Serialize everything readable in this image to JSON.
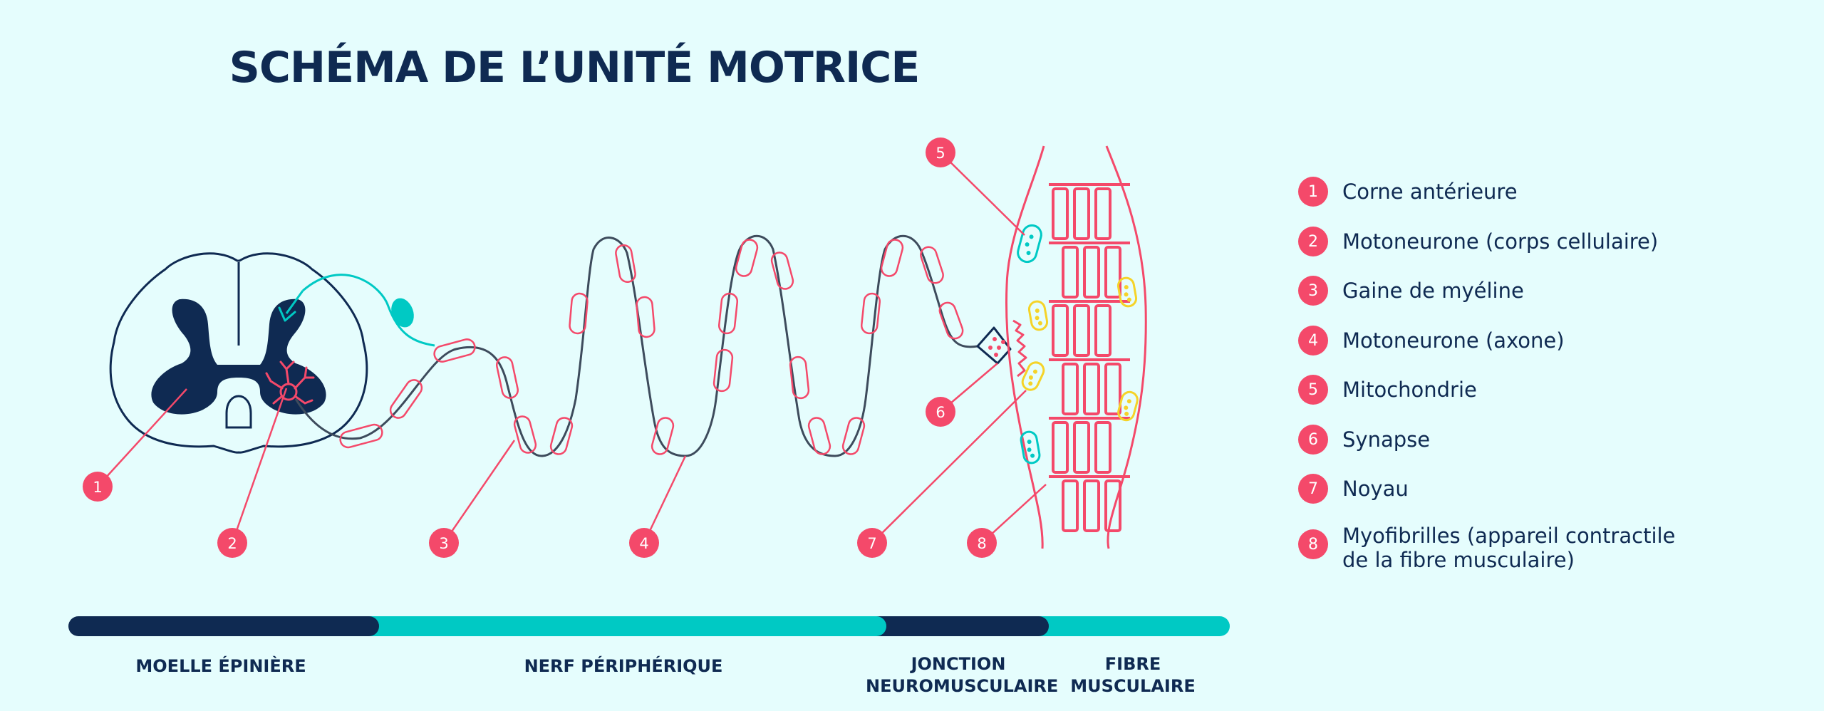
{
  "title": "SCHÉMA DE L’UNITÉ MOTRICE",
  "colors": {
    "background": "#e5fdfd",
    "navy": "#0f2a52",
    "red": "#f4496a",
    "teal": "#00c9c4",
    "yellow": "#f5d328"
  },
  "legend": [
    {
      "num": "1",
      "label": "Corne antérieure"
    },
    {
      "num": "2",
      "label": "Motoneurone (corps cellulaire)"
    },
    {
      "num": "3",
      "label": "Gaine de myéline"
    },
    {
      "num": "4",
      "label": "Motoneurone (axone)"
    },
    {
      "num": "5",
      "label": "Mitochondrie"
    },
    {
      "num": "6",
      "label": "Synapse"
    },
    {
      "num": "7",
      "label": "Noyau"
    },
    {
      "num": "8",
      "label": "Myofibrilles (appareil contractile\nde la fibre musculaire)"
    }
  ],
  "bar_labels": {
    "spinal": "MOELLE ÉPINIÈRE",
    "nerve": "NERF PÉRIPHÉRIQUE",
    "junction": "JONCTION\nNEUROMUSCULAIRE",
    "fiber": "FIBRE\nMUSCULAIRE"
  },
  "callouts": [
    "1",
    "2",
    "3",
    "4",
    "5",
    "6",
    "7",
    "8"
  ]
}
